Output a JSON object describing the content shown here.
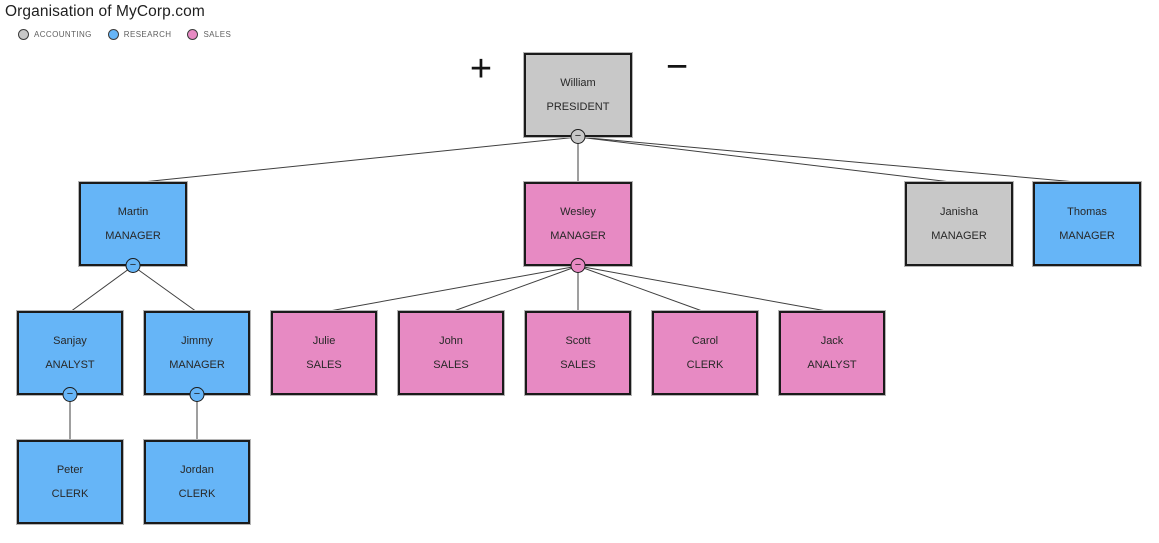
{
  "title": "Organisation of MyCorp.com",
  "legend": [
    {
      "label": "ACCOUNTING",
      "color": "#c8c8c8"
    },
    {
      "label": "RESEARCH",
      "color": "#66b5f7"
    },
    {
      "label": "SALES",
      "color": "#e78ac3"
    }
  ],
  "controls": {
    "zoom_in": "+",
    "zoom_out": "−"
  },
  "toggle_glyph": "−",
  "chart_data": {
    "type": "table",
    "title": "Organisation of MyCorp.com",
    "legend_position": "top-left",
    "hierarchy": "William > (Martin, Wesley, Janisha, Thomas); Martin > (Sanjay, Jimmy); Sanjay > Peter; Jimmy > Jordan; Wesley > (Julie, John, Scott, Carol, Jack)"
  },
  "nodes": [
    {
      "name": "William",
      "role": "PRESIDENT",
      "department": "ACCOUNTING",
      "color": "#c8c8c8",
      "has_toggle": true
    },
    {
      "name": "Martin",
      "role": "MANAGER",
      "department": "RESEARCH",
      "color": "#66b5f7",
      "has_toggle": true
    },
    {
      "name": "Wesley",
      "role": "MANAGER",
      "department": "SALES",
      "color": "#e78ac3",
      "has_toggle": true
    },
    {
      "name": "Janisha",
      "role": "MANAGER",
      "department": "ACCOUNTING",
      "color": "#c8c8c8",
      "has_toggle": false
    },
    {
      "name": "Thomas",
      "role": "MANAGER",
      "department": "RESEARCH",
      "color": "#66b5f7",
      "has_toggle": false
    },
    {
      "name": "Sanjay",
      "role": "ANALYST",
      "department": "RESEARCH",
      "color": "#66b5f7",
      "has_toggle": true
    },
    {
      "name": "Jimmy",
      "role": "MANAGER",
      "department": "RESEARCH",
      "color": "#66b5f7",
      "has_toggle": true
    },
    {
      "name": "Julie",
      "role": "SALES",
      "department": "SALES",
      "color": "#e78ac3",
      "has_toggle": false
    },
    {
      "name": "John",
      "role": "SALES",
      "department": "SALES",
      "color": "#e78ac3",
      "has_toggle": false
    },
    {
      "name": "Scott",
      "role": "SALES",
      "department": "SALES",
      "color": "#e78ac3",
      "has_toggle": false
    },
    {
      "name": "Carol",
      "role": "CLERK",
      "department": "SALES",
      "color": "#e78ac3",
      "has_toggle": false
    },
    {
      "name": "Jack",
      "role": "ANALYST",
      "department": "SALES",
      "color": "#e78ac3",
      "has_toggle": false
    },
    {
      "name": "Peter",
      "role": "CLERK",
      "department": "RESEARCH",
      "color": "#66b5f7",
      "has_toggle": false
    },
    {
      "name": "Jordan",
      "role": "CLERK",
      "department": "RESEARCH",
      "color": "#66b5f7",
      "has_toggle": false
    }
  ]
}
